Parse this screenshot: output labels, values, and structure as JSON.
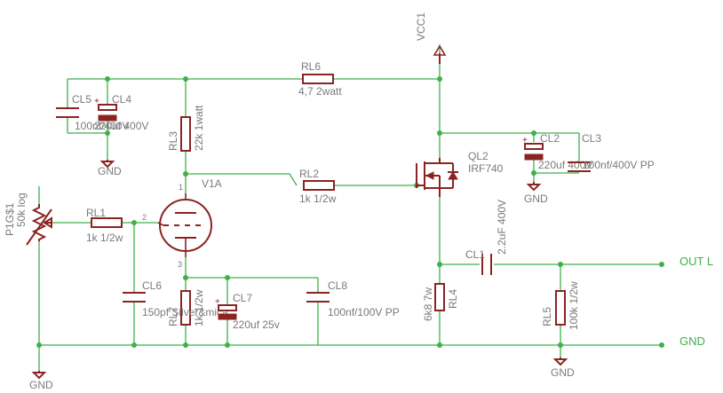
{
  "schematic": {
    "supply": {
      "name": "VCC1"
    },
    "outputs": {
      "out": "OUT L",
      "gnd": "GND"
    },
    "grounds": {
      "label": "GND"
    },
    "parts": {
      "RL6": {
        "name": "RL6",
        "value": "4,7 2watt"
      },
      "RL3": {
        "name": "RL3",
        "value": "22k 1watt"
      },
      "RL2": {
        "name": "RL2",
        "value": "1k 1/2w"
      },
      "RL1": {
        "name": "RL1",
        "value": "1k 1/2w"
      },
      "RL7": {
        "name": "RL7",
        "value": "1k 1/2w"
      },
      "RL4": {
        "name": "RL4",
        "value": "6k8 7w"
      },
      "RL5": {
        "name": "RL5",
        "value": "100k 1/2w"
      },
      "CL5": {
        "name": "CL5",
        "value": "100nf/400V"
      },
      "CL4": {
        "name": "CL4",
        "value": "220uf 400V"
      },
      "CL2": {
        "name": "CL2",
        "value": "220uf 400V"
      },
      "CL3": {
        "name": "CL3",
        "value": "100nf/400V PP"
      },
      "CL6": {
        "name": "CL6",
        "value": "150pf Silver&mica"
      },
      "CL7": {
        "name": "CL7",
        "value": "220uf 25v"
      },
      "CL8": {
        "name": "CL8",
        "value": "100nf/100V PP"
      },
      "CL1": {
        "name": "CL1",
        "value": "2.2uF 400V"
      },
      "QL2": {
        "name": "QL2",
        "value": "IRF740"
      },
      "V1A": {
        "name": "V1A",
        "pin1": "1",
        "pin2": "2",
        "pin3": "3"
      },
      "P1G1": {
        "name": "P1G$1",
        "value": "50k log"
      }
    }
  }
}
